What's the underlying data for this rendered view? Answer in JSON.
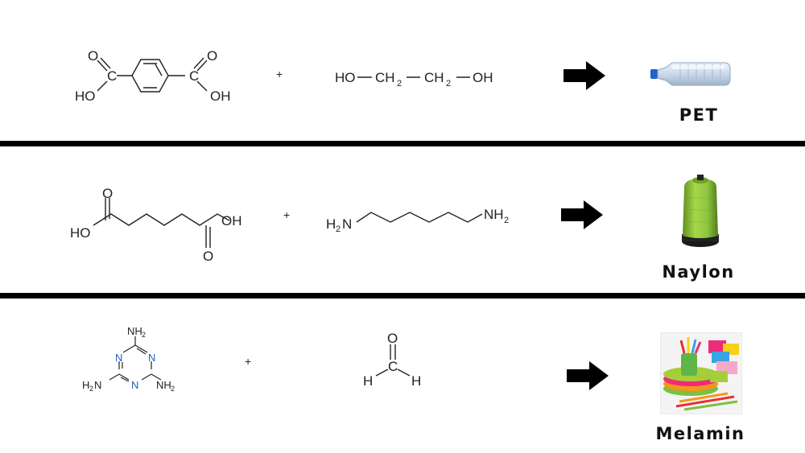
{
  "rows": [
    {
      "reactant1": {
        "labels": [
          "O",
          "O",
          "C",
          "C",
          "HO",
          "OH"
        ]
      },
      "plus": "+",
      "reactant2": {
        "labels": [
          "HO",
          "CH",
          "2",
          "CH",
          "2",
          "OH"
        ]
      },
      "product": {
        "label": "PET",
        "image_icon": "plastic-bottle-icon"
      }
    },
    {
      "reactant1": {
        "labels": [
          "O",
          "HO",
          "OH",
          "O"
        ]
      },
      "plus": "+",
      "reactant2": {
        "labels": [
          "H",
          "2",
          "N",
          "NH",
          "2"
        ]
      },
      "product": {
        "label": "Naylon",
        "image_icon": "thread-spool-icon"
      }
    },
    {
      "reactant1": {
        "labels": [
          "NH",
          "2",
          "N",
          "N",
          "N",
          "H",
          "2",
          "N",
          "NH",
          "2"
        ]
      },
      "plus": "+",
      "reactant2": {
        "labels": [
          "O",
          "C",
          "H",
          "H"
        ]
      },
      "product": {
        "label": "Melamin",
        "image_icon": "melamine-tableware-icon"
      }
    }
  ],
  "colors": {
    "divider": "#000000",
    "arrow": "#000000",
    "thread": "#8cc63f",
    "bottle_cap": "#1e63c8"
  }
}
